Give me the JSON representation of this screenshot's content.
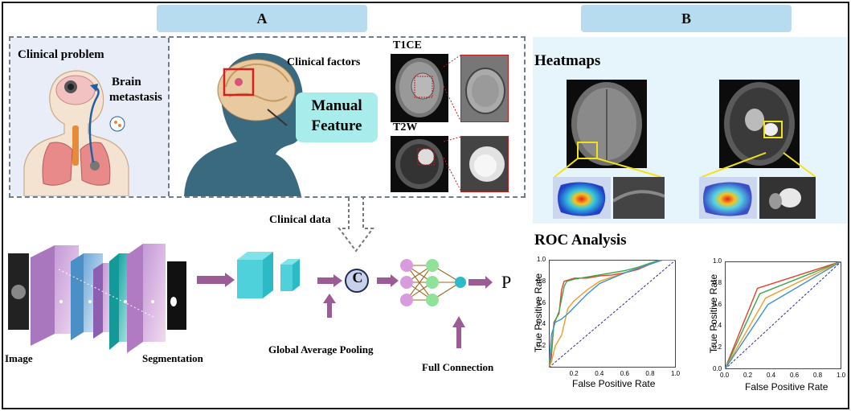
{
  "panel_a": {
    "tab_label": "A",
    "clinical_problem": "Clinical problem",
    "brain_line1": "Brain",
    "brain_line2": "metastasis",
    "clinical_factors": "Clinical factors",
    "manual_line1": "Manual",
    "manual_line2": "Feature",
    "t1ce": "T1CE",
    "t2w": "T2W",
    "clinical_data": "Clinical data",
    "image_label": "Image",
    "segmentation_label": "Segmentation",
    "gap_label": "Global Average Pooling",
    "concat_symbol": "C",
    "fc_label": "Full Connection",
    "output_symbol": "P"
  },
  "panel_b": {
    "tab_label": "B",
    "heatmaps_title": "Heatmaps",
    "roc_title": "ROC Analysis"
  },
  "colors": {
    "tab_bg": "#b8dcef",
    "manual_feature_bg": "#a8ecec",
    "clinical_panel_bg": "#e8edf7",
    "arrow_purple": "#9b5c96",
    "roc_red": "#e8412c",
    "roc_green": "#3aa64a",
    "roc_orange": "#f39a2c",
    "roc_blue": "#3f8fd0",
    "roc_diagonal": "#2a2aa0"
  },
  "chart_data": [
    {
      "type": "line",
      "xlabel": "False Positive Rate",
      "ylabel": "True Positive Rate",
      "xlim": [
        0,
        1
      ],
      "ylim": [
        0,
        1
      ],
      "x_ticks": [
        "0.2",
        "0.4",
        "0.6",
        "0.8",
        "1.0"
      ],
      "y_ticks": [
        "0.2",
        "0.4",
        "0.6",
        "0.8",
        "1.0"
      ],
      "series": [
        {
          "color": "#e8412c",
          "points": [
            [
              0,
              0
            ],
            [
              0.02,
              0.1
            ],
            [
              0.04,
              0.42
            ],
            [
              0.08,
              0.5
            ],
            [
              0.1,
              0.72
            ],
            [
              0.12,
              0.8
            ],
            [
              0.2,
              0.83
            ],
            [
              0.3,
              0.83
            ],
            [
              0.4,
              0.85
            ],
            [
              0.5,
              0.86
            ],
            [
              0.6,
              0.88
            ],
            [
              0.7,
              0.91
            ],
            [
              0.8,
              0.96
            ],
            [
              0.88,
              1.0
            ],
            [
              1,
              1
            ]
          ]
        },
        {
          "color": "#3aa64a",
          "points": [
            [
              0,
              0
            ],
            [
              0.02,
              0.15
            ],
            [
              0.04,
              0.4
            ],
            [
              0.08,
              0.52
            ],
            [
              0.12,
              0.75
            ],
            [
              0.14,
              0.8
            ],
            [
              0.2,
              0.82
            ],
            [
              0.3,
              0.84
            ],
            [
              0.4,
              0.86
            ],
            [
              0.5,
              0.88
            ],
            [
              0.6,
              0.9
            ],
            [
              0.7,
              0.93
            ],
            [
              0.8,
              0.97
            ],
            [
              0.88,
              1.0
            ],
            [
              1,
              1
            ]
          ]
        },
        {
          "color": "#f39a2c",
          "points": [
            [
              0,
              0
            ],
            [
              0.02,
              0.05
            ],
            [
              0.05,
              0.2
            ],
            [
              0.1,
              0.3
            ],
            [
              0.15,
              0.55
            ],
            [
              0.2,
              0.62
            ],
            [
              0.3,
              0.72
            ],
            [
              0.4,
              0.8
            ],
            [
              0.5,
              0.84
            ],
            [
              0.6,
              0.88
            ],
            [
              0.7,
              0.92
            ],
            [
              0.8,
              0.96
            ],
            [
              0.9,
              1.0
            ],
            [
              1,
              1
            ]
          ]
        },
        {
          "color": "#3f8fd0",
          "points": [
            [
              0,
              0
            ],
            [
              0.02,
              0.3
            ],
            [
              0.05,
              0.42
            ],
            [
              0.1,
              0.45
            ],
            [
              0.15,
              0.5
            ],
            [
              0.2,
              0.56
            ],
            [
              0.3,
              0.68
            ],
            [
              0.4,
              0.78
            ],
            [
              0.5,
              0.83
            ],
            [
              0.6,
              0.88
            ],
            [
              0.7,
              0.92
            ],
            [
              0.8,
              0.96
            ],
            [
              0.9,
              1.0
            ],
            [
              1,
              1
            ]
          ]
        }
      ]
    },
    {
      "type": "line",
      "xlabel": "False Positive Rate",
      "ylabel": "True Positive Rate",
      "xlim": [
        0,
        1
      ],
      "ylim": [
        0,
        1
      ],
      "x_ticks": [
        "0.0",
        "0.2",
        "0.4",
        "0.6",
        "0.8",
        "1.0"
      ],
      "y_ticks": [
        "0.0",
        "0.2",
        "0.4",
        "0.6",
        "0.8",
        "1.0"
      ],
      "series": [
        {
          "color": "#e8412c",
          "points": [
            [
              0,
              0
            ],
            [
              0.28,
              0.75
            ],
            [
              1,
              1
            ]
          ]
        },
        {
          "color": "#3aa64a",
          "points": [
            [
              0,
              0
            ],
            [
              0.3,
              0.7
            ],
            [
              1,
              1
            ]
          ]
        },
        {
          "color": "#f39a2c",
          "points": [
            [
              0,
              0
            ],
            [
              0.35,
              0.66
            ],
            [
              1,
              1
            ]
          ]
        },
        {
          "color": "#3f8fd0",
          "points": [
            [
              0,
              0
            ],
            [
              0.37,
              0.6
            ],
            [
              1,
              1
            ]
          ]
        }
      ]
    }
  ]
}
